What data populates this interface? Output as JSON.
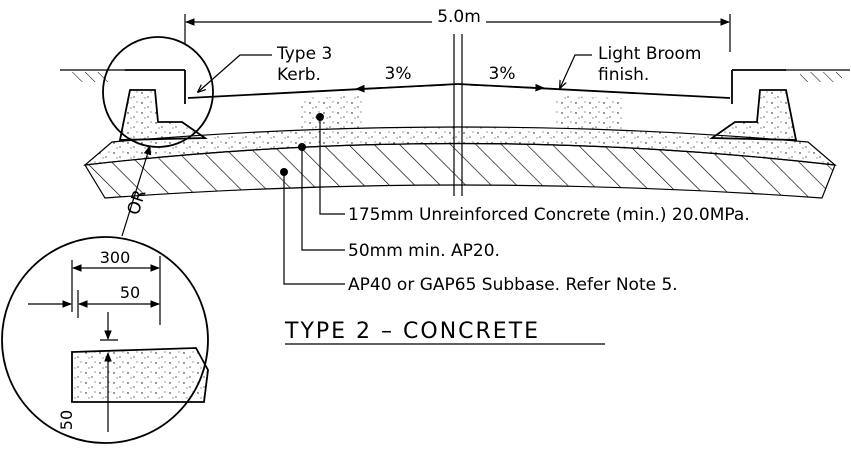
{
  "drawing": {
    "dimension_width": "5.0m",
    "kerb_label_line1": "Type 3",
    "kerb_label_line2": "Kerb.",
    "finish_label_line1": "Light Broom",
    "finish_label_line2": "finish.",
    "crossfall_left": "3%",
    "crossfall_right": "3%",
    "callout_concrete": "175mm Unreinforced Concrete (min.) 20.0MPa.",
    "callout_ap20": "50mm min. AP20.",
    "callout_subbase": "AP40 or GAP65 Subbase. Refer Note 5.",
    "section_title": "TYPE 2  –  CONCRETE",
    "detail_radius_label": "OR",
    "detail_dim_300": "300",
    "detail_dim_50_horizontal": "50",
    "detail_dim_50_vertical": "50"
  }
}
